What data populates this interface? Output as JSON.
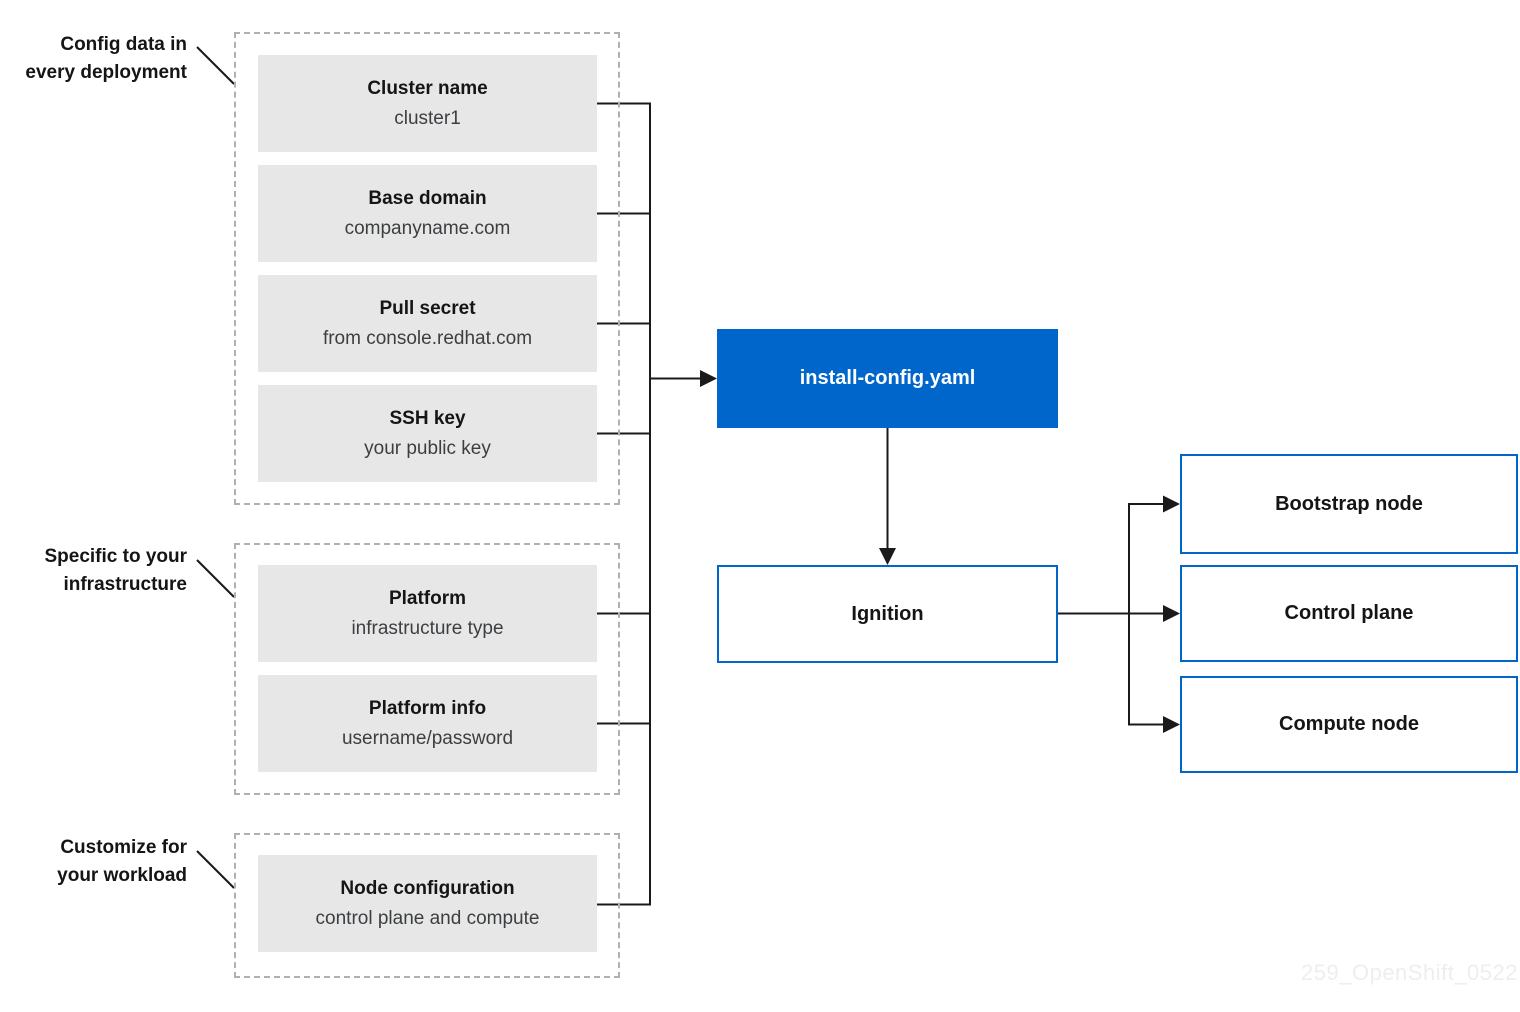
{
  "colors": {
    "accent_blue": "#0066cc",
    "item_box_gray": "#e7e7e7",
    "connector_line": "#1a1a1a",
    "dashed_border": "#b0b0b0"
  },
  "callouts": [
    {
      "line1": "Config data in",
      "line2": "every deployment"
    },
    {
      "line1": "Specific to your",
      "line2": "infrastructure"
    },
    {
      "line1": "Customize for",
      "line2": "your workload"
    }
  ],
  "groups": [
    {
      "items": [
        {
          "title": "Cluster name",
          "subtitle": "cluster1"
        },
        {
          "title": "Base domain",
          "subtitle": "companyname.com"
        },
        {
          "title": "Pull secret",
          "subtitle": "from console.redhat.com"
        },
        {
          "title": "SSH key",
          "subtitle": "your public key"
        }
      ]
    },
    {
      "items": [
        {
          "title": "Platform",
          "subtitle": "infrastructure type"
        },
        {
          "title": "Platform info",
          "subtitle": "username/password"
        }
      ]
    },
    {
      "items": [
        {
          "title": "Node configuration",
          "subtitle": "control plane and compute"
        }
      ]
    }
  ],
  "flow": {
    "install_config": "install-config.yaml",
    "ignition": "Ignition"
  },
  "nodes": [
    {
      "label": "Bootstrap node"
    },
    {
      "label": "Control plane"
    },
    {
      "label": "Compute node"
    }
  ],
  "watermark": "259_OpenShift_0522"
}
